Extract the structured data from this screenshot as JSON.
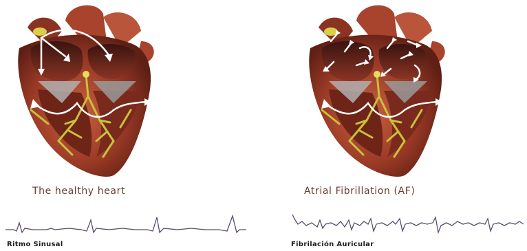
{
  "panels": [
    {
      "id": "healthy",
      "title": "The healthy heart",
      "ecg_label": "Ritmo  Sinusal",
      "rhythm": "regular"
    },
    {
      "id": "af",
      "title": "Atrial Fibrillation (AF)",
      "ecg_label": "Fibrilación  Auricular",
      "rhythm": "irregular"
    }
  ],
  "colors": {
    "heart_dark": "#7a2a1c",
    "heart_mid": "#b5523a",
    "heart_light": "#d98a66",
    "conduction": "#c8c23a",
    "valve": "#9a9a9a",
    "arrow": "#ffffff",
    "caption": "#6b3a2a",
    "ecg_line": "#5a4a6a"
  }
}
